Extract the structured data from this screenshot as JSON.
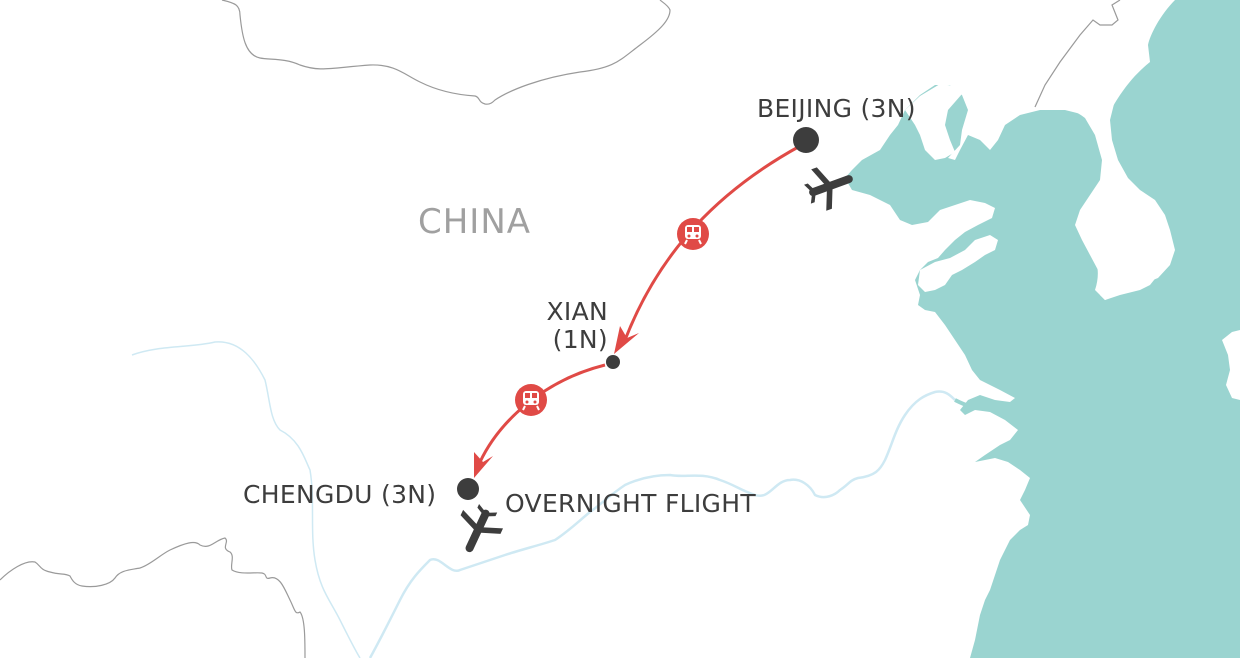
{
  "map": {
    "country_label": "CHINA",
    "colors": {
      "sea": "#9ad4d0",
      "border": "#9a9a9a",
      "river": "#cfe9f3",
      "route": "#e04a46",
      "marker": "#3d3d3d",
      "land": "#ffffff",
      "country_label": "#a0a0a0"
    },
    "stops": [
      {
        "name": "BEIJING (3N)",
        "city": "Beijing",
        "nights": "3N",
        "marker": "large"
      },
      {
        "name_line1": "XIAN",
        "name_line2": "(1N)",
        "city": "Xian",
        "nights": "1N",
        "marker": "small"
      },
      {
        "name": "CHENGDU (3N)",
        "city": "Chengdu",
        "nights": "3N",
        "marker": "large"
      }
    ],
    "legs": [
      {
        "from": "Beijing",
        "to": "Xian",
        "mode": "train",
        "icon": "train-icon"
      },
      {
        "from": "Xian",
        "to": "Chengdu",
        "mode": "train",
        "icon": "train-icon"
      }
    ],
    "flights": [
      {
        "at": "Beijing",
        "icon": "airplane-icon",
        "label": ""
      },
      {
        "at": "Chengdu",
        "icon": "airplane-icon",
        "label": "OVERNIGHT FLIGHT"
      }
    ]
  }
}
